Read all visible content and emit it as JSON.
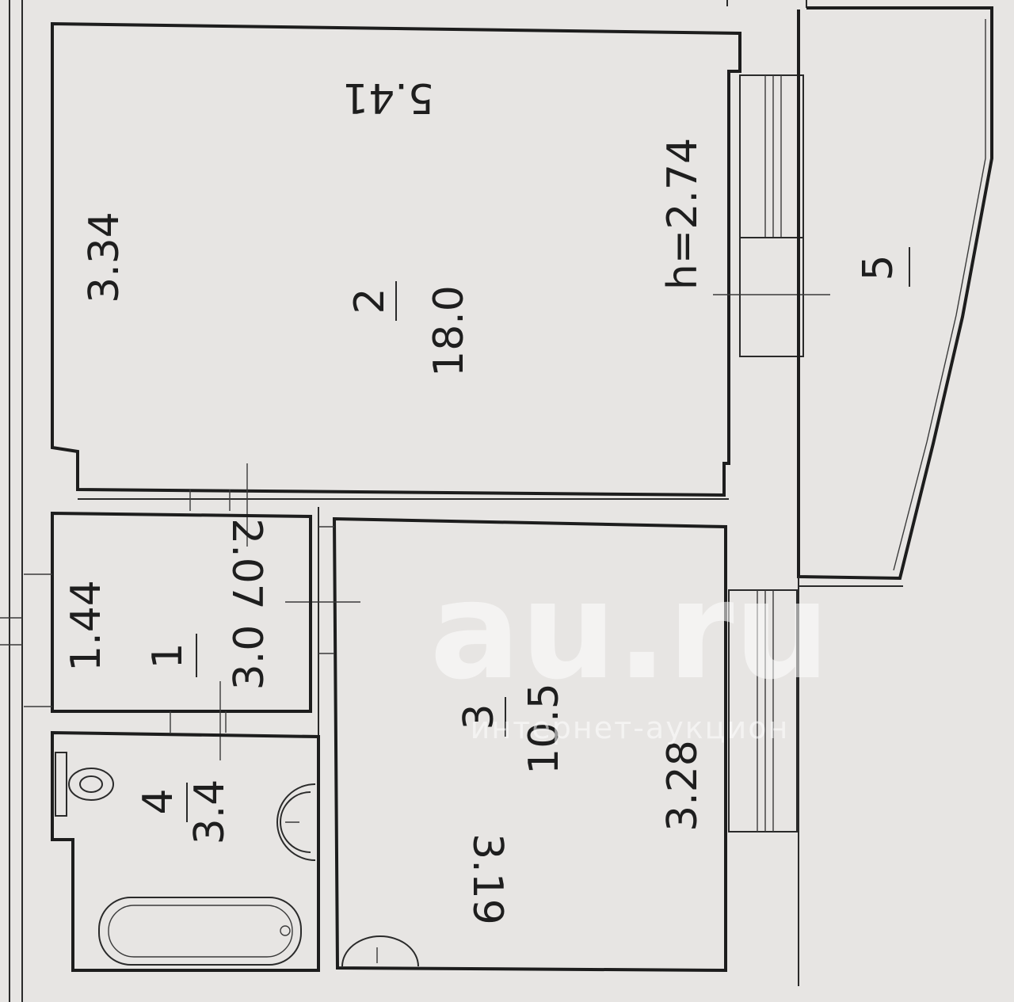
{
  "plan": {
    "ceiling_height": "h=2.74",
    "rooms": [
      {
        "number": "1",
        "area": "3.0",
        "dims": [
          "1.44",
          "2.07"
        ]
      },
      {
        "number": "2",
        "area": "18.0",
        "dims": [
          "3.34",
          "5.41"
        ]
      },
      {
        "number": "3",
        "area": "10.5",
        "dims": [
          "3.28",
          "3.19"
        ]
      },
      {
        "number": "4",
        "area": "3.4"
      },
      {
        "number": "5"
      }
    ]
  },
  "watermark": {
    "logo": "au.ru",
    "tagline": "интернет-аукцион"
  },
  "colors": {
    "paper": "#e7e5e3",
    "ink": "#1d1d1d"
  }
}
